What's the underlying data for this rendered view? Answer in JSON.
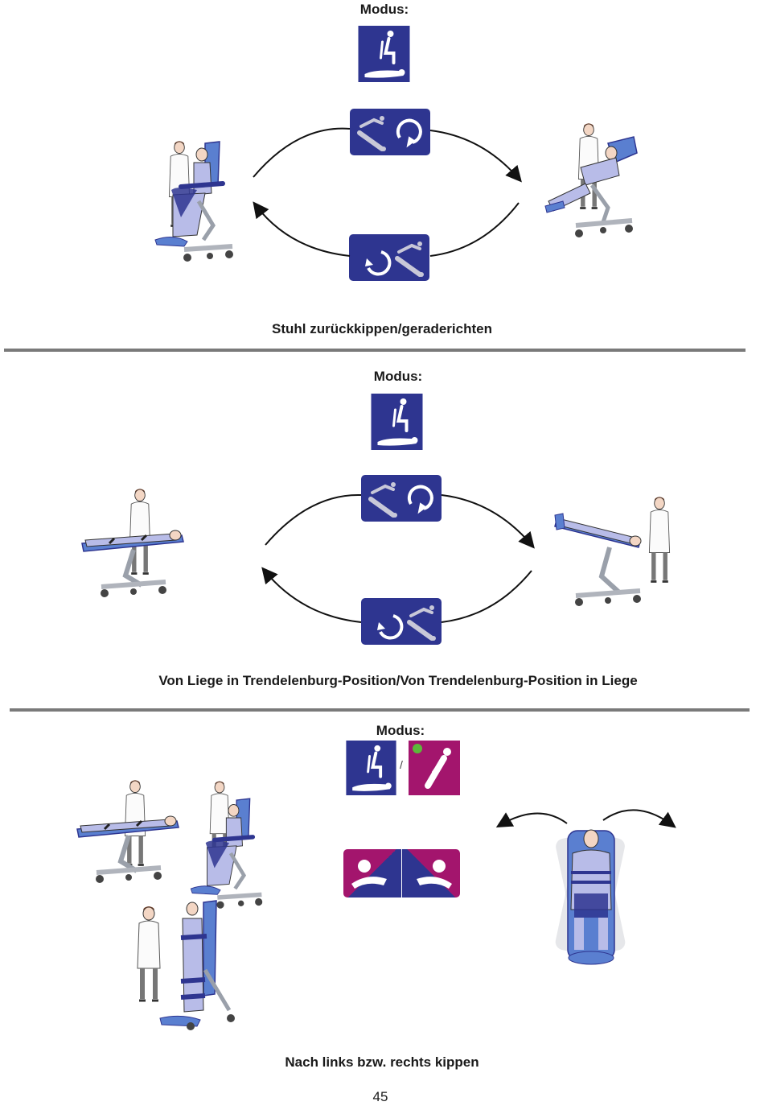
{
  "colors": {
    "button_blue": "#2e3590",
    "mode_magenta": "#a3156d",
    "indicator_green": "#5cb83a",
    "rule_gray": "#7a7a7a",
    "chair_blue": "#5a7fd0"
  },
  "sections": [
    {
      "mode_label": "Modus:",
      "buttons": [
        "recline-forward-button",
        "recline-back-button"
      ],
      "caption": "Stuhl zurückkippen/geraderichten"
    },
    {
      "mode_label": "Modus:",
      "buttons": [
        "recline-forward-button",
        "recline-back-button"
      ],
      "caption": "Von Liege in Trendelenburg-Position/Von Trendelenburg-Position in Liege"
    },
    {
      "mode_label": "Modus:",
      "mode_separator": "/",
      "buttons": [
        "tilt-left-button",
        "tilt-right-button"
      ],
      "caption": "Nach links bzw. rechts kippen"
    }
  ],
  "page_number": "45"
}
